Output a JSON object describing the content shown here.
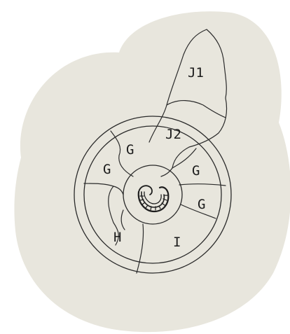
{
  "diagram": {
    "colors": {
      "background_blob": "#e8e6dd",
      "ink": "#2a2a2a",
      "page": "#ffffff"
    },
    "labels": {
      "j1": "J1",
      "j2": "J2",
      "g_upper_left": "G",
      "g_left": "G",
      "g_upper_right": "G",
      "g_right": "G",
      "h": "H",
      "i": "I"
    },
    "center_icon": "ammonite-fossil-icon"
  }
}
